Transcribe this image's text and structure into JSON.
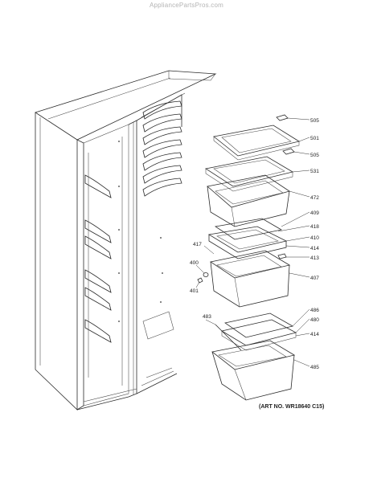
{
  "watermark": "AppliancePartsPros.com",
  "art_number": "(ART NO. WR18640 C15)",
  "callouts": [
    {
      "id": "505"
    },
    {
      "id": "501"
    },
    {
      "id": "505"
    },
    {
      "id": "531"
    },
    {
      "id": "472"
    },
    {
      "id": "409"
    },
    {
      "id": "418"
    },
    {
      "id": "410"
    },
    {
      "id": "414"
    },
    {
      "id": "413"
    },
    {
      "id": "417"
    },
    {
      "id": "407"
    },
    {
      "id": "400"
    },
    {
      "id": "401"
    },
    {
      "id": "486"
    },
    {
      "id": "480"
    },
    {
      "id": "483"
    },
    {
      "id": "414"
    },
    {
      "id": "485"
    }
  ]
}
